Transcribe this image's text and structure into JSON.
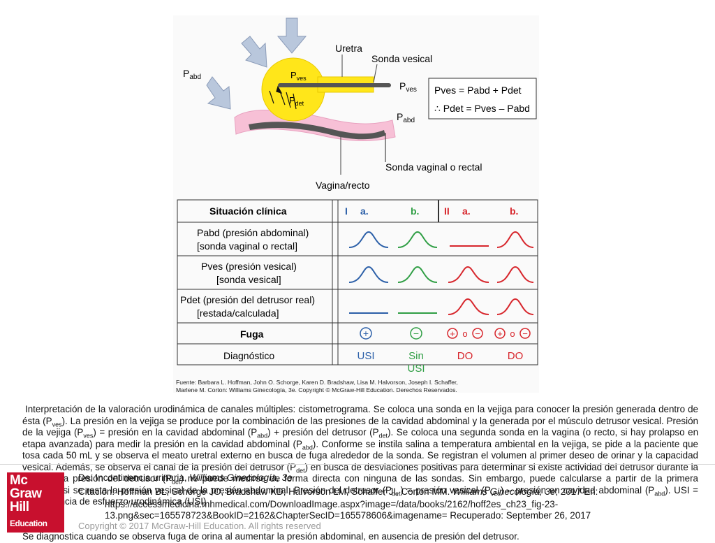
{
  "diagram": {
    "labels": {
      "pabd_left": "P",
      "pabd_left_sub": "abd",
      "uretra": "Uretra",
      "sonda_vesical": "Sonda vesical",
      "pves_inside": "P",
      "pves_inside_sub": "ves",
      "pdet_inside": "P",
      "pdet_inside_sub": "det",
      "pves_right": "P",
      "pves_right_sub": "ves",
      "pabd_right": "P",
      "pabd_right_sub": "abd",
      "sonda_vaginal": "Sonda vaginal o rectal",
      "vagina": "Vagina/recto"
    },
    "formula": {
      "line1": "Pves = Pabd + Pdet",
      "line2": "∴ Pdet = Pves – Pabd"
    },
    "colors": {
      "bladder": "#ffe61a",
      "vagina": "#f7c0d6",
      "arrow": "#b9c7dc",
      "blue": "#2b5fa8",
      "green": "#2f9e44",
      "red": "#d7262c"
    }
  },
  "table": {
    "header": {
      "situacion": "Situación clínica",
      "col1": "I",
      "col1a": "a.",
      "col1b": "b.",
      "col2": "II",
      "col2a": "a.",
      "col2b": "b."
    },
    "rows": [
      {
        "label1": "Pabd (presión abdominal)",
        "label2": "[sonda vaginal o rectal]"
      },
      {
        "label1": "Pves (presión vesical)",
        "label2": "[sonda vesical]"
      },
      {
        "label1": "Pdet (presión del detrusor real)",
        "label2": "[restada/calculada]"
      },
      {
        "label1": "Fuga",
        "label2": ""
      },
      {
        "label1": "Diagnóstico",
        "label2": ""
      }
    ],
    "fuga": {
      "c1": "+",
      "c2": "−",
      "c3a": "+",
      "c3o": "o",
      "c3b": "−"
    },
    "diagnostico": {
      "c1": "USI",
      "c2": "Sin",
      "c2b": "USI",
      "c3": "DO",
      "c4": "DO"
    }
  },
  "source": {
    "line1": "Fuente: Barbara L. Hoffman, John O. Schorge, Karen D. Bradshaw, Lisa M. Halvorson, Joseph I. Schaffer,",
    "line2": "Marlene M. Corton: Williams Ginecología, 3e. Copyright © McGraw-Hill Education. Derechos Reservados."
  },
  "caption": {
    "p1_a": "Interpretación de la valoración urodinámica de canales múltiples: cistometrograma. Se coloca una sonda en la vejiga para conocer la presión generada dentro de ésta (P",
    "p1_b": "). La presión en la vejiga se produce por la combinación de las presiones de la cavidad abdominal y la generada por el músculo detrusor vesical. Presión de la vejiga (P",
    "p1_c": ") = presión en la cavidad abdominal (P",
    "p1_d": ") + presión del detrusor (P",
    "p1_e": "). Se coloca una segunda sonda en la vagina (o recto, si hay prolapso en etapa avanzada) para medir la presión en la cavidad abdominal (P",
    "p1_f": "). Conforme se instila salina a temperatura ambiental en la vejiga, se pide a la paciente que tosa cada 50 mL y se observa el meato uretral externo en busca de fuga alrededor de la sonda. Se registran el volumen al primer deseo de orinar y la capacidad vesical. Además, se observa el canal de la presión del detrusor (P",
    "p1_g": ") en busca de desviaciones positivas para determinar si existe actividad del detrusor durante la prueba. La presión del detrusor (P",
    "p1_h": ") no puede medirse de forma directa con ninguna de las sondas. Sin embargo, puede calcularse a partir de la primera ecuación si se resta la presión vesical de la presión abdominal: Presión del detrusor (P",
    "p1_i": ") = presión vesical (P",
    "p1_j": ") – presión en cavidad abdominal (P",
    "p1_k": "). USI = incontinencia de esfuerzo urodinámica (USI)",
    "sub_ves": "ves",
    "sub_abd": "abd",
    "sub_det": "det",
    "p2": "Se diagnostica cuando se observa fuga de orina al aumentar la presión abdominal, en ausencia de presión del detrusor."
  },
  "citation": {
    "de": "De: Incontinencia urinaria, ",
    "de_book": "Williams Ginecología, 3e",
    "cita1": "Citación: Hoffman BL, Schorge JO, Bradshaw KD, Halvorson LM, Schaffer JI, Corton MM. ",
    "cita1_book": "Williams Ginecología, 3e",
    "cita1_end": "; 2017 En:",
    "url1": "https://accessmedicina.mhmedical.com/DownloadImage.aspx?image=/data/books/2162/hoff2es_ch23_fig-23-",
    "url2": "13.png&sec=165578723&BookID=2162&ChapterSecID=165578606&imagename= Recuperado: September 26, 2017",
    "copyright": "Copyright © 2017 McGraw-Hill Education. All rights reserved"
  },
  "logo": {
    "l1": "Mc",
    "l2": "Graw",
    "l3": "Hill",
    "l4": "Education"
  }
}
